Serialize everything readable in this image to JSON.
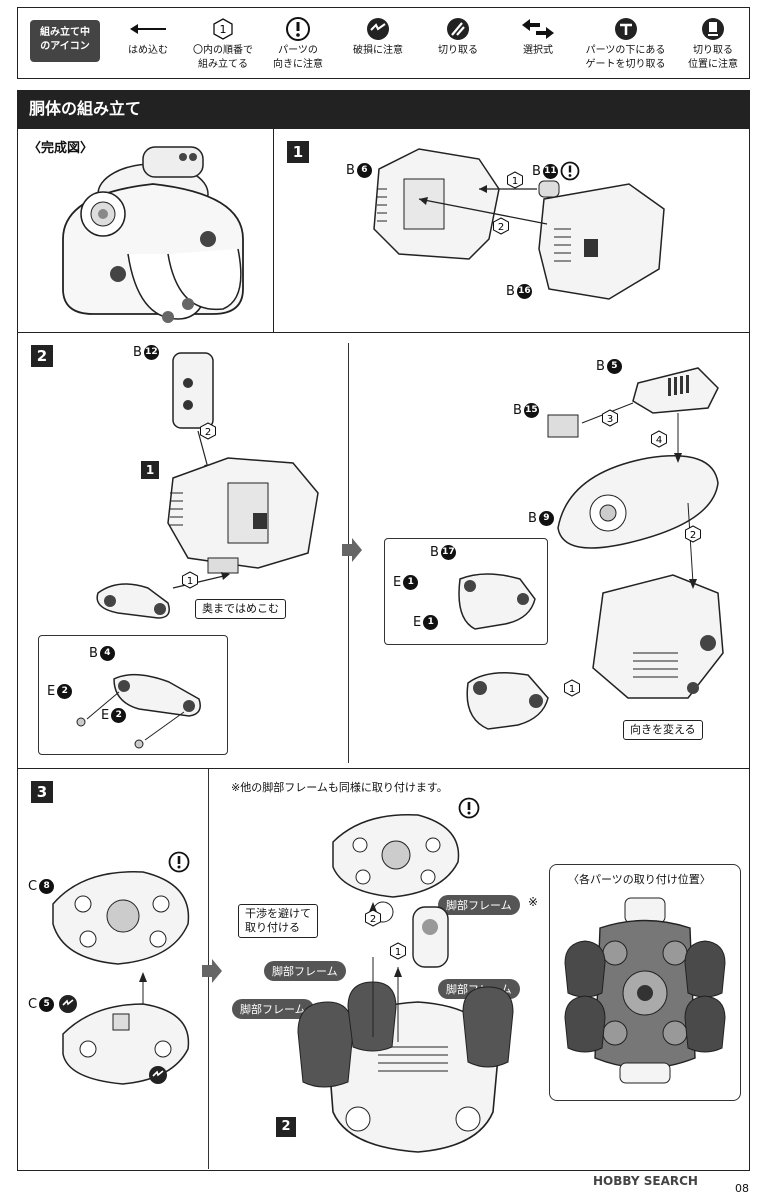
{
  "legend": {
    "title": "組み立て中\nのアイコン",
    "items": [
      {
        "icon": "left-arrow-icon",
        "text": "はめ込む"
      },
      {
        "icon": "numbered-hexagon-icon",
        "icon_label": "1",
        "text": "〇内の順番で\n組み立てる"
      },
      {
        "icon": "exclamation-icon",
        "text": "パーツの\n向きに注意"
      },
      {
        "icon": "broken-part-icon",
        "text": "破損に注意"
      },
      {
        "icon": "cutter-icon",
        "text": "切り取る"
      },
      {
        "icon": "double-arrow-icon",
        "text": "選択式"
      },
      {
        "icon": "under-gate-cut-icon",
        "text": "パーツの下にある\nゲートを切り取る"
      },
      {
        "icon": "cut-position-icon",
        "text": "切り取る\n位置に注意"
      }
    ]
  },
  "section": {
    "title": "胴体の組み立て"
  },
  "completed": {
    "title": "〈完成図〉"
  },
  "step1": {
    "number": "1",
    "parts": [
      {
        "letter": "B",
        "num": "6"
      },
      {
        "letter": "B",
        "num": "11"
      },
      {
        "letter": "B",
        "num": "16"
      }
    ],
    "order": [
      "1",
      "2"
    ]
  },
  "step2": {
    "number": "2",
    "ref_step": "1",
    "parts_left": [
      {
        "letter": "B",
        "num": "12"
      },
      {
        "letter": "B",
        "num": "4"
      },
      {
        "letter": "E",
        "num": "2"
      },
      {
        "letter": "E",
        "num": "2"
      }
    ],
    "parts_right": [
      {
        "letter": "B",
        "num": "5"
      },
      {
        "letter": "B",
        "num": "15"
      },
      {
        "letter": "B",
        "num": "9"
      },
      {
        "letter": "B",
        "num": "17"
      },
      {
        "letter": "E",
        "num": "1"
      },
      {
        "letter": "E",
        "num": "1"
      }
    ],
    "note_push": "奥まではめこむ",
    "note_turn": "向きを変える",
    "order": [
      "2",
      "1",
      "3",
      "4",
      "2",
      "1"
    ]
  },
  "step3": {
    "number": "3",
    "ref_step": "2",
    "caption": "※他の脚部フレームも同様に取り付けます。",
    "parts": [
      {
        "letter": "C",
        "num": "8"
      },
      {
        "letter": "C",
        "num": "5"
      }
    ],
    "note_avoid": "干渉を避けて\n取り付ける",
    "tag_leg": "脚部フレーム",
    "tag_leg_mark": "※",
    "position_title": "〈各パーツの取り付け位置〉",
    "order": [
      "2",
      "1"
    ]
  },
  "footer": {
    "brand": "HOBBY SEARCH",
    "page": "08"
  }
}
